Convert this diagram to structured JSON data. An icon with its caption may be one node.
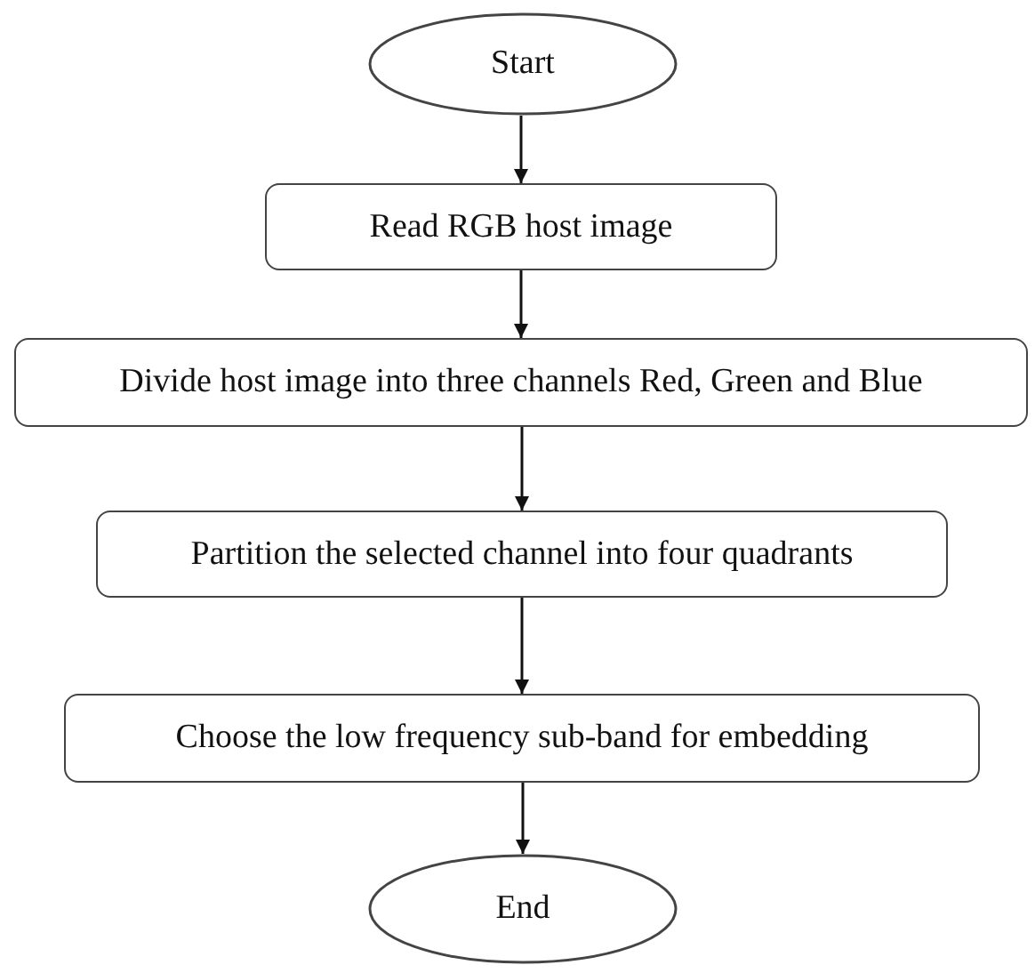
{
  "diagram": {
    "nodes": [
      {
        "text": [
          "Start"
        ]
      },
      {
        "text": [
          "Read RGB host image"
        ]
      },
      {
        "text": [
          "Divide host image into three channels Red, Green and Blue"
        ]
      },
      {
        "text": [
          "Partition the selected channel into four quadrants"
        ]
      },
      {
        "text": [
          "Choose the low frequency sub-band for embedding"
        ]
      },
      {
        "text": [
          "End"
        ]
      }
    ],
    "edges": [
      {
        "from": 0,
        "to": 1,
        "arrow": "to"
      },
      {
        "from": 1,
        "to": 2,
        "arrow": "to"
      },
      {
        "from": 2,
        "to": 3,
        "arrow": "to"
      },
      {
        "from": 3,
        "to": 4,
        "arrow": "to"
      },
      {
        "from": 4,
        "to": 5,
        "arrow": "to"
      }
    ]
  }
}
